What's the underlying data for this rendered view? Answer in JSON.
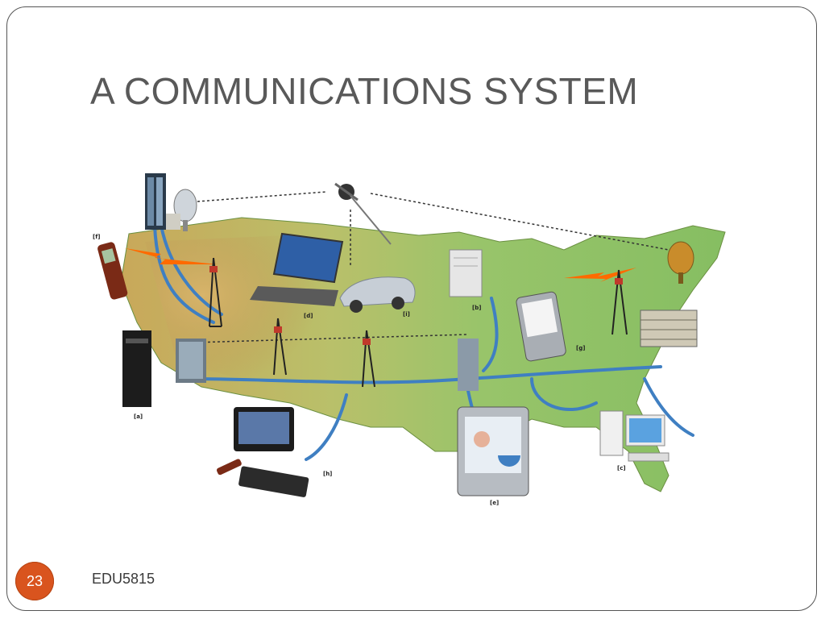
{
  "slide": {
    "title": "A COMMUNICATIONS SYSTEM",
    "page_number": "23",
    "footer": "EDU5815",
    "accent_color": "#d9541e"
  },
  "figure": {
    "labels": {
      "a": "[a]",
      "b": "[b]",
      "c": "[c]",
      "d": "[d]",
      "e": "[e]",
      "f": "[f]",
      "g": "[g]",
      "h": "[h]",
      "i": "[i]"
    },
    "icons": [
      "satellite-icon",
      "satellite-dish-icon",
      "cell-tower-icon",
      "office-building-icon",
      "laptop-icon",
      "car-icon",
      "server-icon",
      "pda-icon",
      "tablet-icon",
      "desktop-computer-icon",
      "mobile-phone-icon",
      "keyboard-icon",
      "tv-icon",
      "remote-icon"
    ],
    "colors": {
      "map_land": "#9cc46a",
      "map_mountain": "#c9a85a",
      "cable": "#3f7fc2",
      "signal": "#ff6a00"
    }
  }
}
